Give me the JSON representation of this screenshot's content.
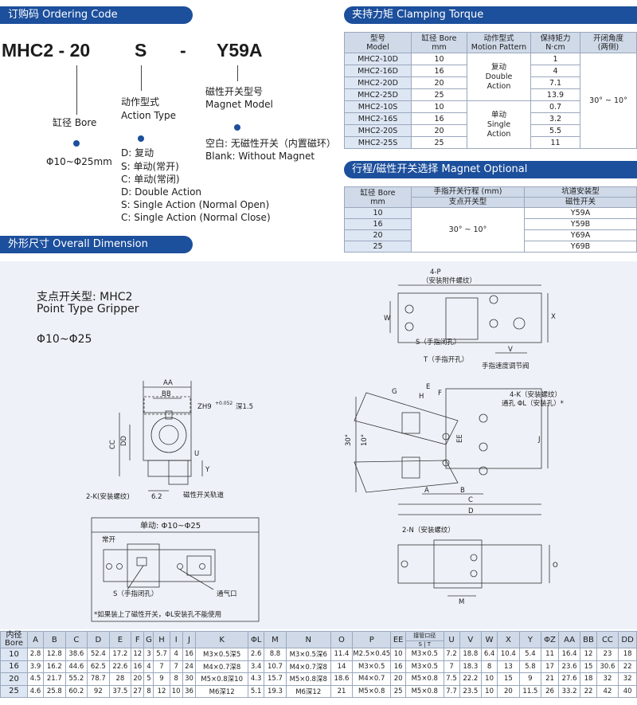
{
  "sections": {
    "ordering": "订购码 Ordering Code",
    "torque": "夹持力矩 Clamping Torque",
    "magnet": "行程/磁性开关选择 Magnet Optional",
    "dimension": "外形尺寸 Overall Dimension"
  },
  "code": {
    "model": "MHC2 - 20",
    "action": "S",
    "dash": "-",
    "magnet": "Y59A"
  },
  "bore": {
    "label": "缸径 Bore",
    "range": "Φ10~Φ25mm"
  },
  "action": {
    "label_cn": "动作型式",
    "label_en": "Action Type",
    "options": [
      "D: 复动",
      "S: 单动(常开)",
      "C: 单动(常闭)",
      "D: Double Action",
      "S: Single Action (Normal Open)",
      "C: Single Action (Normal Close)"
    ]
  },
  "magnet_model": {
    "label_cn": "磁性开关型号",
    "label_en": "Magnet Model",
    "blank_cn": "空白: 无磁性开关（内置磁环）",
    "blank_en": "Blank: Without Magnet"
  },
  "torque_table": {
    "headers": [
      "型号\nModel",
      "缸径 Bore\nmm",
      "动作型式\nMotion Pattern",
      "保持矩力\nN·cm",
      "开闭角度\n(两侧)"
    ],
    "models": [
      "MHC2-10D",
      "MHC2-16D",
      "MHC2-20D",
      "MHC2-25D",
      "MHC2-10S",
      "MHC2-16S",
      "MHC2-20S",
      "MHC2-25S"
    ],
    "bores": [
      "10",
      "16",
      "20",
      "25",
      "10",
      "16",
      "20",
      "25"
    ],
    "torques": [
      "1",
      "4",
      "7.1",
      "13.9",
      "0.7",
      "3.2",
      "5.5",
      "11"
    ],
    "double": "复动\nDouble\nAction",
    "single": "单动\nSingle\nAction",
    "angle": "30° ~ 10°"
  },
  "magnet_table": {
    "h_bore": "缸径 Bore\nmm",
    "h_stroke": "手指开关行程 (mm)",
    "h_point": "支点开关型",
    "h_mount": "坑道安装型",
    "h_switch": "磁性开关",
    "bores": [
      "10",
      "16",
      "20",
      "25"
    ],
    "stroke": "30° ~ 10°",
    "switches": [
      "Y59A",
      "Y59B",
      "Y69A",
      "Y69B"
    ]
  },
  "dimension": {
    "title_cn": "支点开关型: MHC2",
    "title_en": "Point Type Gripper",
    "range": "Φ10~Φ25",
    "labels": {
      "aa": "AA",
      "bb": "BB",
      "cc": "CC",
      "dd": "DD",
      "zh": "ZH9",
      "zh_tol": "+0.052",
      "zh_depth": "深1.5",
      "k2": "2-K(安装螺纹)",
      "k2_gap": "6.2",
      "rail": "磁性开关轨道",
      "y": "Y",
      "u": "U",
      "p4": "4-P",
      "p4_note": "（安装附件螺纹）",
      "s_close": "S（手指闭孔）",
      "t_open": "T（手指开孔）",
      "speed": "手指速度调节阀",
      "k4": "4-K（安装螺纹）",
      "thru": "通孔 ΦL（安装孔）*",
      "n2": "2-N（安装螺纹）",
      "single_title": "单动: Φ10~Φ25",
      "no": "常开",
      "s_close2": "S（手指闭孔）",
      "vent": "通气口",
      "note": "*如果装上了磁性开关，ΦL安装孔不能使用",
      "angle30": "30°",
      "angle10": "10°",
      "letters": [
        "A",
        "B",
        "C",
        "D",
        "E",
        "F",
        "G",
        "H",
        "J",
        "V",
        "X",
        "W",
        "EE",
        "M",
        "O"
      ]
    }
  },
  "dim_table": {
    "headers": [
      "内径\nBore",
      "A",
      "B",
      "C",
      "D",
      "E",
      "F",
      "G",
      "H",
      "I",
      "J",
      "K",
      "ΦL",
      "M",
      "N",
      "O",
      "P",
      "EE",
      "接管口径",
      "U",
      "V",
      "W",
      "X",
      "Y",
      "ΦZ",
      "AA",
      "BB",
      "CC",
      "DD"
    ],
    "sub": [
      "S",
      "T"
    ],
    "rows": [
      [
        "10",
        "2.8",
        "12.8",
        "38.6",
        "52.4",
        "17.2",
        "12",
        "3",
        "5.7",
        "4",
        "16",
        "M3×0.5深5",
        "2.6",
        "8.8",
        "M3×0.5深6",
        "11.4",
        "M2.5×0.45",
        "10",
        "M3×0.5",
        "7.2",
        "18.8",
        "6.4",
        "10.4",
        "5.4",
        "11",
        "16.4",
        "12",
        "23",
        "18"
      ],
      [
        "16",
        "3.9",
        "16.2",
        "44.6",
        "62.5",
        "22.6",
        "16",
        "4",
        "7",
        "7",
        "24",
        "M4×0.7深8",
        "3.4",
        "10.7",
        "M4×0.7深8",
        "14",
        "M3×0.5",
        "16",
        "M3×0.5",
        "7",
        "18.3",
        "8",
        "13",
        "5.8",
        "17",
        "23.6",
        "15",
        "30.6",
        "22"
      ],
      [
        "20",
        "4.5",
        "21.7",
        "55.2",
        "78.7",
        "28",
        "20",
        "5",
        "9",
        "8",
        "30",
        "M5×0.8深10",
        "4.3",
        "15.7",
        "M5×0.8深8",
        "18.6",
        "M4×0.7",
        "20",
        "M5×0.8",
        "7.5",
        "22.2",
        "10",
        "15",
        "9",
        "21",
        "27.6",
        "18",
        "32",
        "32"
      ],
      [
        "25",
        "4.6",
        "25.8",
        "60.2",
        "92",
        "37.5",
        "27",
        "8",
        "12",
        "10",
        "36",
        "M6深12",
        "5.1",
        "19.3",
        "M6深12",
        "21",
        "M5×0.8",
        "25",
        "M5×0.8",
        "7.7",
        "23.5",
        "10",
        "20",
        "11.5",
        "26",
        "33.2",
        "22",
        "42",
        "40"
      ]
    ]
  }
}
